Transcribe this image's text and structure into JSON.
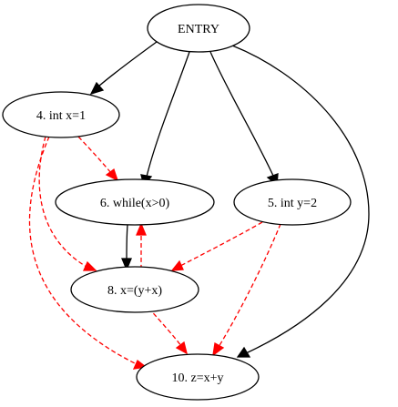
{
  "graph": {
    "nodes": {
      "entry": "ENTRY",
      "n4": "4. int x=1",
      "n6": "6. while(x>0)",
      "n5": "5. int y=2",
      "n8": "8. x=(y+x)",
      "n10": "10. z=x+y"
    },
    "edges": [
      {
        "from": "ENTRY",
        "to": "4. int x=1",
        "kind": "control"
      },
      {
        "from": "ENTRY",
        "to": "6. while(x>0)",
        "kind": "control"
      },
      {
        "from": "ENTRY",
        "to": "5. int y=2",
        "kind": "control"
      },
      {
        "from": "ENTRY",
        "to": "10. z=x+y",
        "kind": "control"
      },
      {
        "from": "6. while(x>0)",
        "to": "8. x=(y+x)",
        "kind": "control"
      },
      {
        "from": "4. int x=1",
        "to": "6. while(x>0)",
        "kind": "data"
      },
      {
        "from": "4. int x=1",
        "to": "8. x=(y+x)",
        "kind": "data"
      },
      {
        "from": "4. int x=1",
        "to": "10. z=x+y",
        "kind": "data"
      },
      {
        "from": "8. x=(y+x)",
        "to": "6. while(x>0)",
        "kind": "data"
      },
      {
        "from": "5. int y=2",
        "to": "8. x=(y+x)",
        "kind": "data"
      },
      {
        "from": "5. int y=2",
        "to": "10. z=x+y",
        "kind": "data"
      },
      {
        "from": "8. x=(y+x)",
        "to": "10. z=x+y",
        "kind": "data"
      }
    ],
    "colors": {
      "control_edge": "#000000",
      "data_edge": "#ff0000",
      "node_fill": "#ffffff",
      "node_stroke": "#000000"
    }
  }
}
